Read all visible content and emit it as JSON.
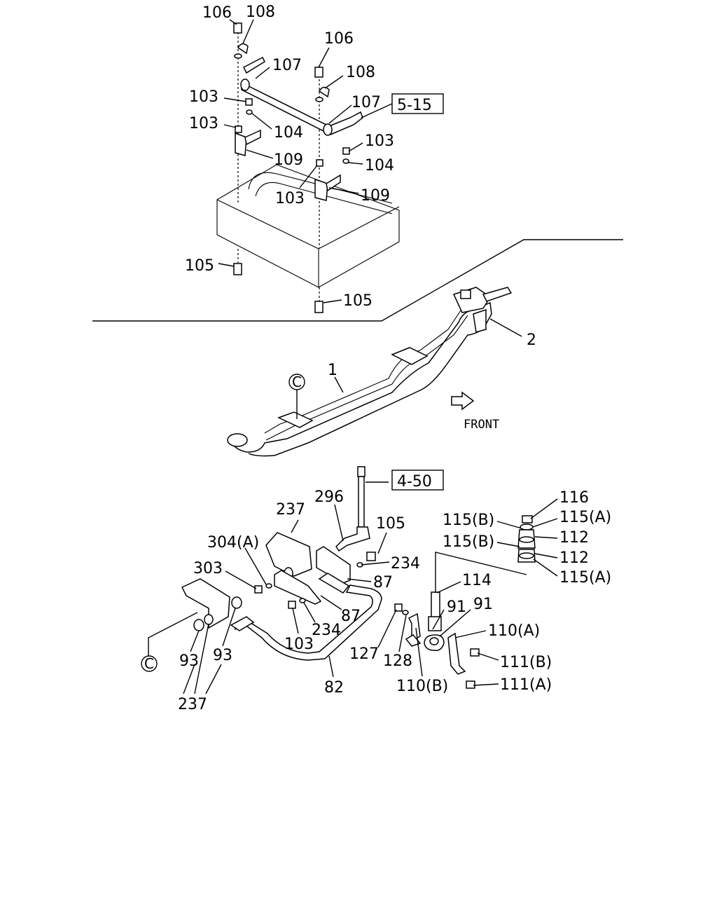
{
  "top_assembly": {
    "labels": [
      "106",
      "108",
      "107",
      "106",
      "108",
      "107",
      "103",
      "103",
      "104",
      "109",
      "103",
      "104",
      "109",
      "103",
      "105",
      "105"
    ],
    "reference": "5-15"
  },
  "axle_assembly": {
    "labels": [
      "2",
      "1"
    ],
    "callout": "C",
    "front_label": "FRONT"
  },
  "stabilizer_assembly": {
    "reference": "4-50",
    "labels": [
      "237",
      "296",
      "105",
      "304(A)",
      "234",
      "303",
      "87",
      "87",
      "103",
      "234",
      "127",
      "128",
      "110(B)",
      "114",
      "91",
      "91",
      "110(A)",
      "111(B)",
      "111(A)",
      "116",
      "115(A)",
      "115(B)",
      "112",
      "115(B)",
      "112",
      "115(A)",
      "82",
      "93",
      "93",
      "237"
    ],
    "callout": "C"
  }
}
